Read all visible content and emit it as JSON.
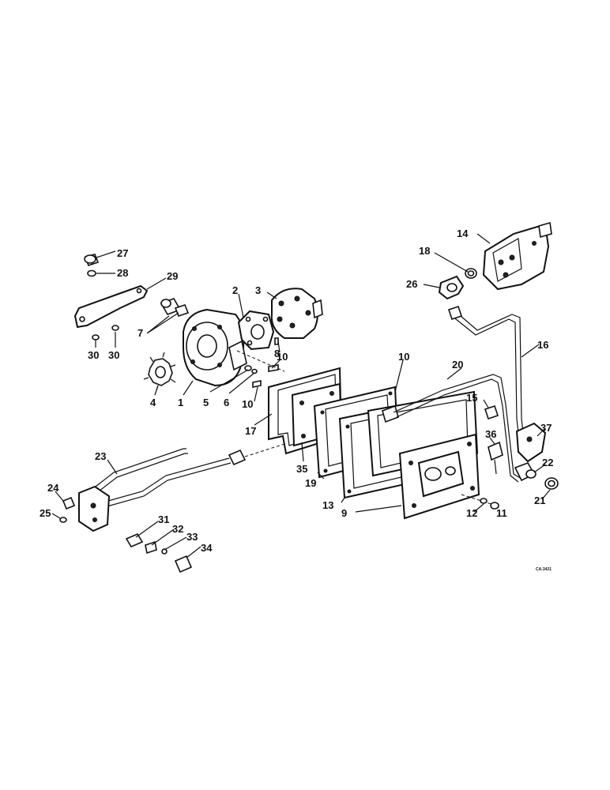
{
  "drawing_code": "CA-3421",
  "callouts": {
    "c1": "1",
    "c2": "2",
    "c3": "3",
    "c4": "4",
    "c5": "5",
    "c6": "6",
    "c7": "7",
    "c8": "8",
    "c9": "9",
    "c10a": "10",
    "c10b": "10",
    "c10c": "10",
    "c11": "11",
    "c12": "12",
    "c13": "13",
    "c14": "14",
    "c15": "15",
    "c16": "16",
    "c17": "17",
    "c18": "18",
    "c19": "19",
    "c20": "20",
    "c21": "21",
    "c22": "22",
    "c23": "23",
    "c24": "24",
    "c25": "25",
    "c26": "26",
    "c27": "27",
    "c28": "28",
    "c29": "29",
    "c30a": "30",
    "c30b": "30",
    "c31": "31",
    "c32": "32",
    "c33": "33",
    "c34": "34",
    "c35": "35",
    "c36": "36",
    "c37": "37"
  }
}
